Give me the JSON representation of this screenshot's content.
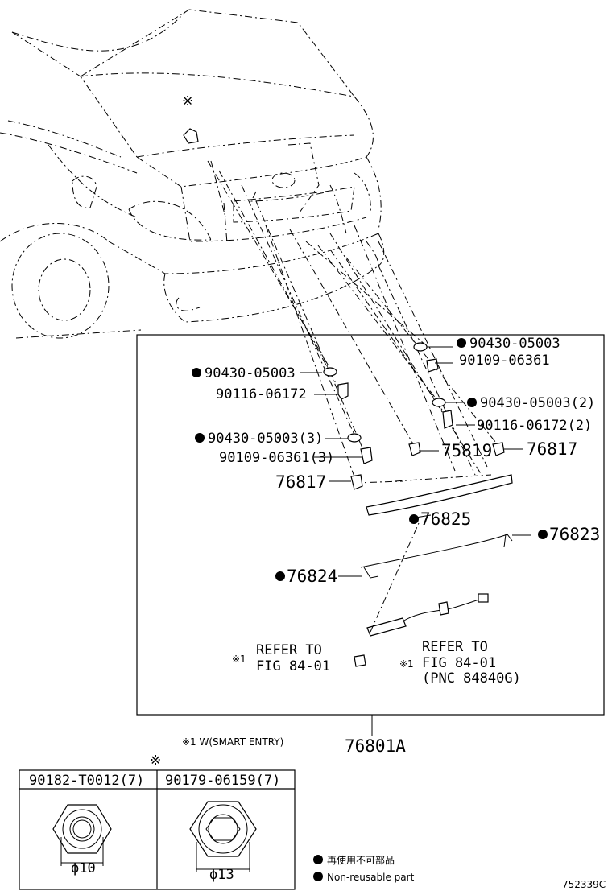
{
  "mark_symbol": "※",
  "part_labels": {
    "p1": "90430-05003",
    "p2": "90109-06361",
    "p3": "90430-05003",
    "p4": "90116-06172",
    "p5": "90430-05003(2)",
    "p6": "90116-06172(2)",
    "p7": "90430-05003(3)",
    "p8": "75819",
    "p9": "76817",
    "p10": "90109-06361(3)",
    "p11": "76817",
    "p12": "76825",
    "p13": "76823",
    "p14": "76824",
    "p15": "76801A"
  },
  "refer_left": {
    "mark": "※1",
    "line1": "REFER TO",
    "line2": "FIG 84-01"
  },
  "refer_right": {
    "mark": "※1",
    "line1": "REFER TO",
    "line2": "FIG 84-01",
    "line3": "(PNC 84840G)"
  },
  "note": "※1 W(SMART ENTRY)",
  "table": {
    "mark": "※",
    "cells": [
      {
        "header": "90182-T0012(7)",
        "size": "ϕ10"
      },
      {
        "header": "90179-06159(7)",
        "size": "ϕ13"
      }
    ]
  },
  "legend": [
    {
      "text": "再使用不可部品",
      "icon": "black-dot-icon"
    },
    {
      "text": "Non-reusable part",
      "icon": "black-dot-icon"
    }
  ],
  "figure_id": "752339C"
}
